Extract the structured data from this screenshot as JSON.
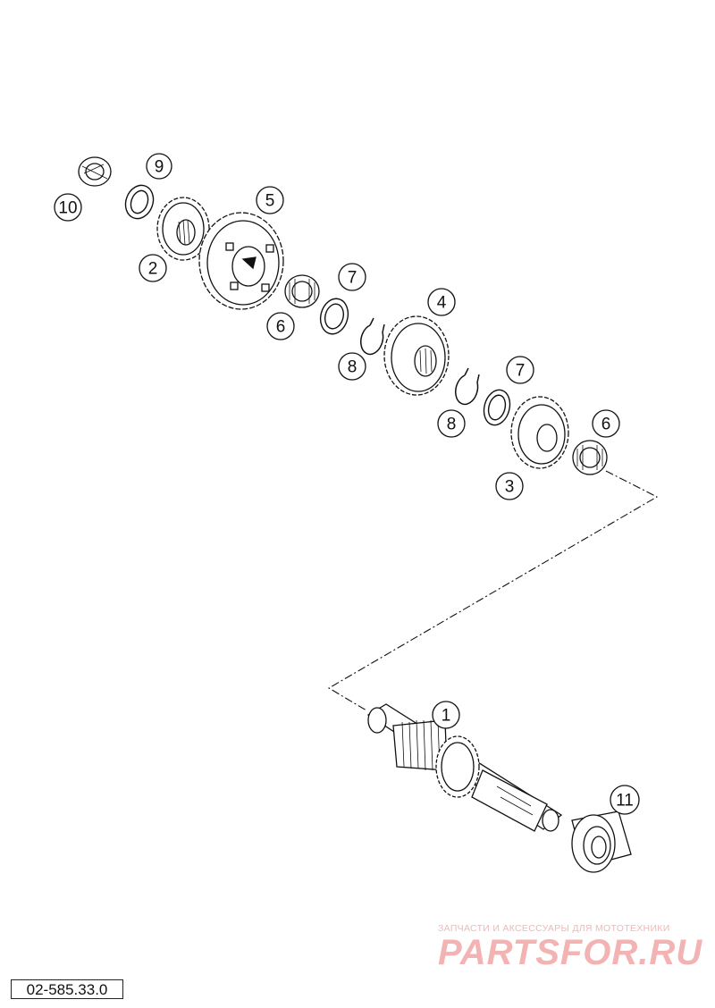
{
  "diagram": {
    "callouts": [
      "1",
      "2",
      "3",
      "4",
      "5",
      "6",
      "6",
      "7",
      "7",
      "8",
      "8",
      "9",
      "10",
      "11"
    ],
    "watermark": {
      "line1": "ЗАПЧАСТИ И АКСЕССУАРЫ ДЛЯ МОТОТЕХНИКИ",
      "line2": "PARTSFOR.RU"
    },
    "drawing_number": "02-585.33.0",
    "colors": {
      "line": "#111111",
      "watermark": "#f3b3b3"
    }
  }
}
